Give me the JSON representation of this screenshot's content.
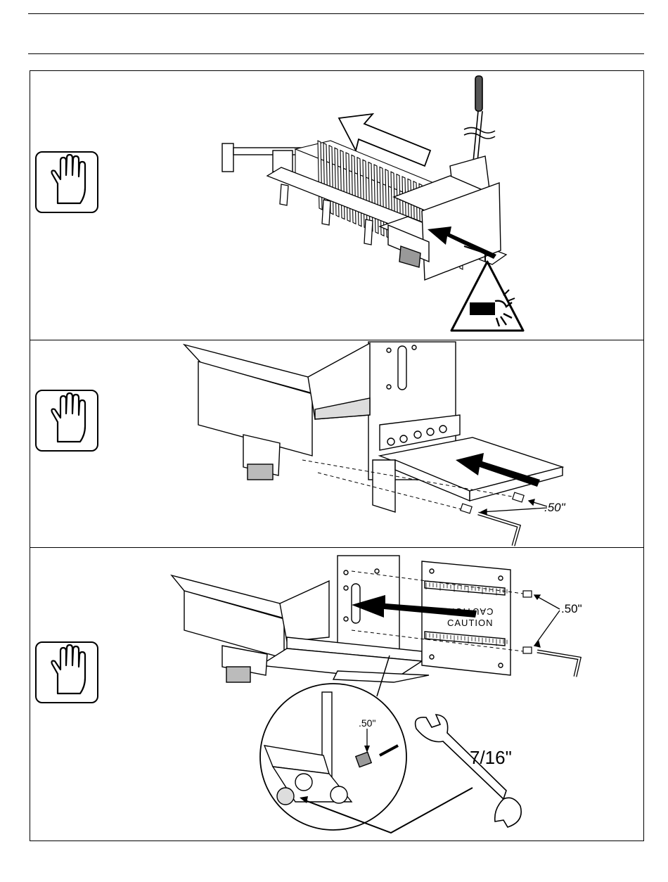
{
  "document": {
    "figures": [
      {
        "id": "step-1",
        "caution_icon": "stop-hand-icon",
        "hazard_icon": "hand-crush-warning-icon",
        "labels": []
      },
      {
        "id": "step-2",
        "caution_icon": "stop-hand-icon",
        "labels": [
          ".50\""
        ]
      },
      {
        "id": "step-3",
        "caution_icon": "stop-hand-icon",
        "labels": [
          ".50\"",
          ".50\"",
          "7/16\""
        ],
        "plate_text": [
          "CAUTION",
          "CAUTION"
        ]
      }
    ]
  }
}
